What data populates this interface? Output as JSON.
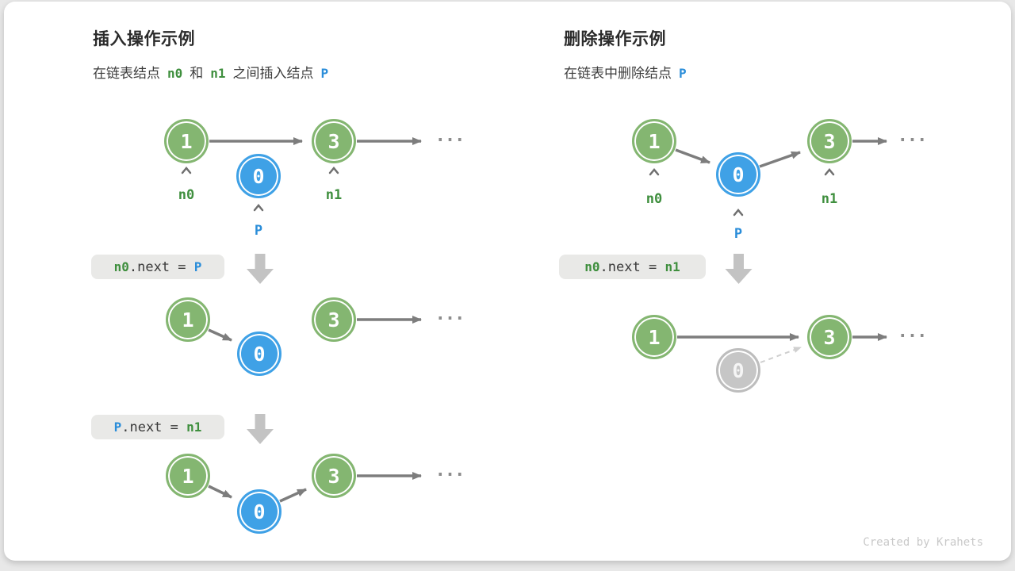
{
  "insert_panel": {
    "title": "插入操作示例",
    "subtitle": {
      "text1": "在链表结点",
      "code1": "n0",
      "text2": "和",
      "code2": "n1",
      "text3": "之间插入结点",
      "code3": "P"
    },
    "step1_code": {
      "lhs": "n0",
      "mid": ".next = ",
      "rhs": "P"
    },
    "step2_code": {
      "lhs": "P",
      "mid": ".next = ",
      "rhs": "n1"
    }
  },
  "delete_panel": {
    "title": "删除操作示例",
    "subtitle": {
      "text1": "在链表中删除结点",
      "code1": "P"
    },
    "step1_code": {
      "lhs": "n0",
      "mid": ".next = ",
      "rhs": "n1"
    }
  },
  "node_values": {
    "first": "1",
    "inserted": "0",
    "third": "3"
  },
  "pointer_labels": {
    "n0": "n0",
    "n1": "n1",
    "p": "P"
  },
  "ellipsis": "...",
  "footer": "Created by Krahets",
  "colors": {
    "node_green": "#84B671",
    "node_blue": "#3FA1E6",
    "node_gray": "#C6C6C6",
    "label_green": "#3F8F3E",
    "label_blue": "#2A8DD9",
    "arrow_gray": "#7D7D7D",
    "arrow_dashed_light": "#CFCFCF",
    "code_label_bg": "#E9E9E7",
    "block_arrow_gray": "#C3C3C3"
  }
}
